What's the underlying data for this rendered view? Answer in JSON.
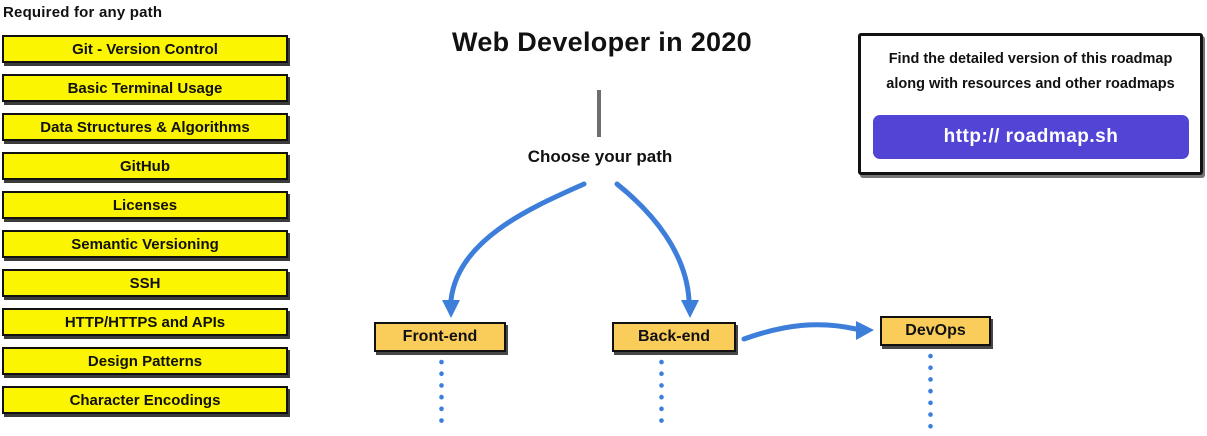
{
  "required": {
    "heading": "Required for any path",
    "items": [
      "Git - Version Control",
      "Basic Terminal Usage",
      "Data Structures & Algorithms",
      "GitHub",
      "Licenses",
      "Semantic Versioning",
      "SSH",
      "HTTP/HTTPS and APIs",
      "Design Patterns",
      "Character Encodings"
    ]
  },
  "center": {
    "title": "Web Developer in 2020",
    "choose_label": "Choose your path",
    "paths": [
      {
        "label": "Front-end"
      },
      {
        "label": "Back-end"
      },
      {
        "label": "DevOps"
      }
    ]
  },
  "info_box": {
    "line1": "Find the detailed version of this roadmap",
    "line2": "along with resources and other roadmaps",
    "button_label": "http:// roadmap.sh"
  },
  "colors": {
    "ink": "#111111",
    "topic_yellow": "#FBF501",
    "node_orange": "#FACD5B",
    "arrow_blue": "#3E7EDB",
    "brand_purple": "#5244D4",
    "line_gray": "#6E6E6E"
  }
}
